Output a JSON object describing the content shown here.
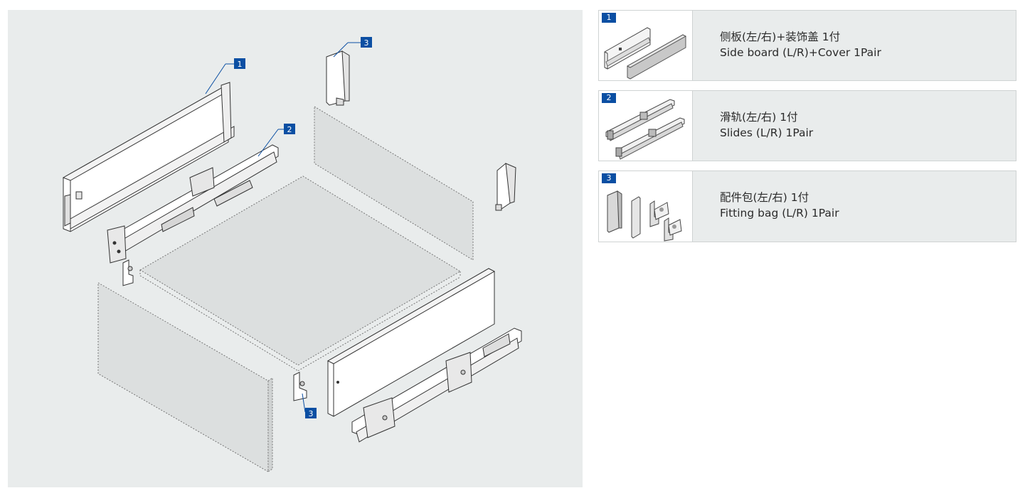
{
  "diagram": {
    "markers": [
      {
        "id": "marker-1",
        "label": "1"
      },
      {
        "id": "marker-2",
        "label": "2"
      },
      {
        "id": "marker-3-top",
        "label": "3"
      },
      {
        "id": "marker-3-bottom",
        "label": "3"
      }
    ]
  },
  "legend": {
    "items": [
      {
        "number": "1",
        "cn": "侧板(左/右)+装饰盖 1付",
        "en": "Side board (L/R)+Cover 1Pair",
        "thumbnail_icon": "side-board-icon"
      },
      {
        "number": "2",
        "cn": "滑轨(左/右) 1付",
        "en": "Slides (L/R) 1Pair",
        "thumbnail_icon": "slide-rail-icon"
      },
      {
        "number": "3",
        "cn": "配件包(左/右) 1付",
        "en": "Fitting bag (L/R) 1Pair",
        "thumbnail_icon": "fitting-bag-icon"
      }
    ]
  },
  "colors": {
    "panel_background": "#e9ecec",
    "badge": "#0b4fa3",
    "dotted_panel_fill": "#dcdfdf",
    "metal_outline": "#333333"
  }
}
